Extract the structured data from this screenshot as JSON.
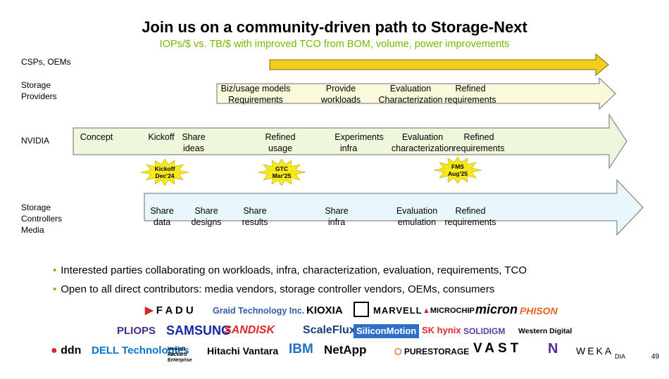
{
  "title": "Join us on a community-driven path to Storage-Next",
  "subtitle": "IOPs/$ vs. TB/$ with improved TCO from BOM, volume, power improvements",
  "rows": {
    "csps": {
      "label": "CSPs, OEMs",
      "color": "#f2cd1c"
    },
    "storage_providers": {
      "label": "Storage Providers",
      "color": "#fbf9dd",
      "items": [
        {
          "line1": "Biz/usage models",
          "line2": "Requirements"
        },
        {
          "line1": "Provide",
          "line2": "workloads"
        },
        {
          "line1": "Evaluation",
          "line2": "Characterization"
        },
        {
          "line1": "Refined",
          "line2": "requirements"
        }
      ]
    },
    "nvidia": {
      "label": "NVIDIA",
      "color": "#eef7dd",
      "items": [
        {
          "line1": "Concept",
          "line2": ""
        },
        {
          "line1": "Kickoff",
          "line2": ""
        },
        {
          "line1": "Share",
          "line2": "ideas"
        },
        {
          "line1": "Refined",
          "line2": "usage"
        },
        {
          "line1": "Experiments",
          "line2": "infra"
        },
        {
          "line1": "Evaluation",
          "line2": "characterization"
        },
        {
          "line1": "Refined",
          "line2": "requirements"
        }
      ]
    },
    "controllers": {
      "label": "Storage Controllers Media",
      "color": "#e9f6fb",
      "items": [
        {
          "line1": "Share",
          "line2": "data"
        },
        {
          "line1": "Share",
          "line2": "designs"
        },
        {
          "line1": "Share",
          "line2": "results"
        },
        {
          "line1": "Share",
          "line2": "infra"
        },
        {
          "line1": "Evaluation",
          "line2": "emulation"
        },
        {
          "line1": "Refined",
          "line2": "requirements"
        }
      ]
    }
  },
  "milestones": [
    {
      "line1": "Kickoff",
      "line2": "Dec'24"
    },
    {
      "line1": "GTC",
      "line2": "Mar'25"
    },
    {
      "line1": "FMS",
      "line2": "Aug'25"
    }
  ],
  "bullets": [
    "Interested parties collaborating on workloads, infra, characterization, evaluation, requirements, TCO",
    "Open to all direct contributors: media vendors, storage controller vendors, OEMs, consumers"
  ],
  "logos": {
    "row1": [
      "F A D U",
      "Graid Technology Inc.",
      "KIOXIA",
      "MARVELL",
      "MICROCHIP",
      "micron",
      "PHISON"
    ],
    "row2": [
      "PLIOPS",
      "SAMSUNG",
      "SANDISK",
      "ScaleFlux",
      "SiliconMotion",
      "SK hynix",
      "SOLIDIGM",
      "Western Digital"
    ],
    "row3": [
      "ddn",
      "DELL Technologies",
      "Hewlett Packard Enterprise",
      "Hitachi Vantara",
      "IBM",
      "NetApp",
      "PURESTORAGE",
      "VAST",
      "WEKA"
    ]
  },
  "footer": {
    "brand_fragment": "DIA",
    "page_number": "49"
  }
}
